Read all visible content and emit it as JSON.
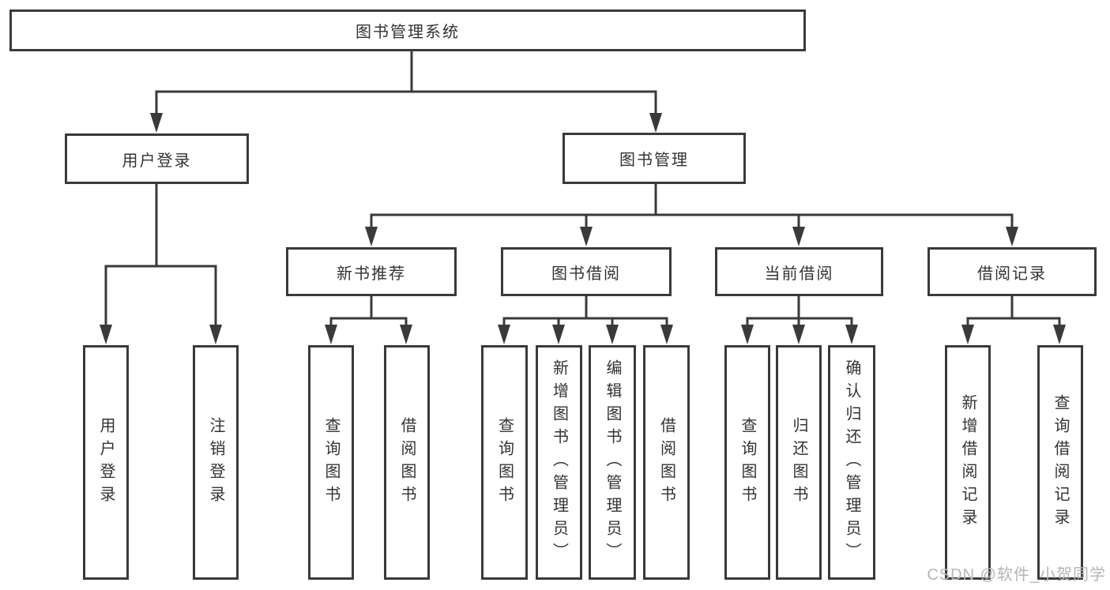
{
  "diagram": {
    "type": "hierarchy-chart",
    "colors": {
      "line": "#3a3a3a",
      "box_border": "#3a3a3a",
      "text": "#333333",
      "background": "#ffffff",
      "watermark": "#b5b5b5"
    },
    "nodes": {
      "root": {
        "label": "图书管理系统"
      },
      "userLogin": {
        "label": "用户登录"
      },
      "bookMgmt": {
        "label": "图书管理"
      },
      "newBookRec": {
        "label": "新书推荐"
      },
      "bookBorrow": {
        "label": "图书借阅"
      },
      "currentBorrow": {
        "label": "当前借阅"
      },
      "borrowRecords": {
        "label": "借阅记录"
      },
      "leafUserLogin": {
        "label": "用户登录"
      },
      "leafLogout": {
        "label": "注销登录"
      },
      "leafNbQuery": {
        "label": "查询图书"
      },
      "leafNbBorrow": {
        "label": "借阅图书"
      },
      "leafBbQuery": {
        "label": "查询图书"
      },
      "leafBbAdd": {
        "label": "新增图书（管理员）"
      },
      "leafBbEdit": {
        "label": "编辑图书（管理员）"
      },
      "leafBbBorrow": {
        "label": "借阅图书"
      },
      "leafCbQuery": {
        "label": "查询图书"
      },
      "leafCbReturn": {
        "label": "归还图书"
      },
      "leafCbConfirm": {
        "label": "确认归还（管理员）"
      },
      "leafBrAdd": {
        "label": "新增借阅记录"
      },
      "leafBrQuery": {
        "label": "查询借阅记录"
      }
    },
    "edges": [
      [
        "root",
        "userLogin"
      ],
      [
        "root",
        "bookMgmt"
      ],
      [
        "userLogin",
        "leafUserLogin"
      ],
      [
        "userLogin",
        "leafLogout"
      ],
      [
        "bookMgmt",
        "newBookRec"
      ],
      [
        "bookMgmt",
        "bookBorrow"
      ],
      [
        "bookMgmt",
        "currentBorrow"
      ],
      [
        "bookMgmt",
        "borrowRecords"
      ],
      [
        "newBookRec",
        "leafNbQuery"
      ],
      [
        "newBookRec",
        "leafNbBorrow"
      ],
      [
        "bookBorrow",
        "leafBbQuery"
      ],
      [
        "bookBorrow",
        "leafBbAdd"
      ],
      [
        "bookBorrow",
        "leafBbEdit"
      ],
      [
        "bookBorrow",
        "leafBbBorrow"
      ],
      [
        "currentBorrow",
        "leafCbQuery"
      ],
      [
        "currentBorrow",
        "leafCbReturn"
      ],
      [
        "currentBorrow",
        "leafCbConfirm"
      ],
      [
        "borrowRecords",
        "leafBrAdd"
      ],
      [
        "borrowRecords",
        "leafBrQuery"
      ]
    ]
  },
  "watermark": {
    "text": "CSDN @软件_小贺同学"
  }
}
